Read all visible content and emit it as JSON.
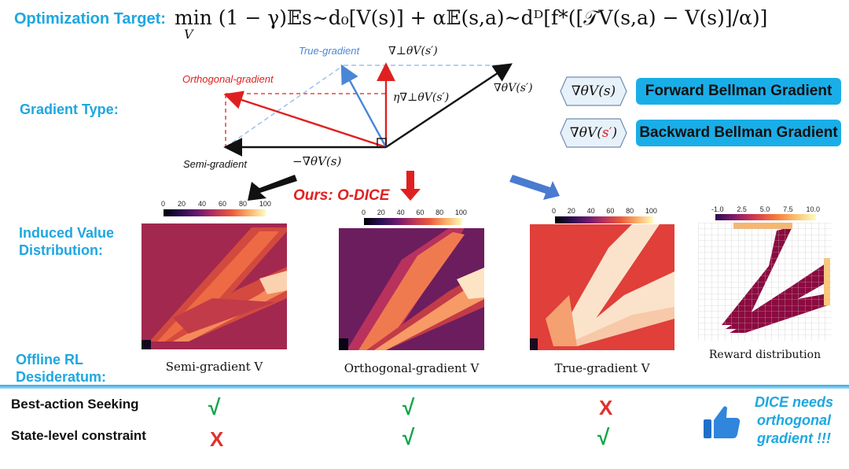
{
  "header": {
    "label": "Optimization Target:",
    "formula": "min (1 − γ)𝔼s∼d₀[V(s)] + α𝔼(s,a)∼dᴰ[f*([𝒯V(s,a) − V(s)]/α)]",
    "formula_sub": "V"
  },
  "gradient_section": {
    "label": "Gradient Type:",
    "true_gradient": "True-gradient",
    "orthogonal_gradient": "Orthogonal-gradient",
    "semi_gradient": "Semi-gradient",
    "perp_grad": "∇⊥θV(s′)",
    "eta_perp_grad": "η∇⊥θV(s′)",
    "grad_next": "∇θV(s′)",
    "neg_grad": "−∇θV(s)",
    "colors": {
      "red": "#e02020",
      "blue": "#4a86d8",
      "black": "#111111",
      "dashed_blue": "#9cc0ec"
    }
  },
  "legend": {
    "items": [
      {
        "symbol": "∇θV(s)",
        "label": "Forward Bellman Gradient"
      },
      {
        "symbol_prefix": "∇θV(",
        "symbol_highlight": "s′",
        "symbol_suffix": ")",
        "label": "Backward Bellman Gradient"
      }
    ]
  },
  "ours_label": "Ours: O-DICE",
  "induced": {
    "label_line1": "Induced Value",
    "label_line2": "Distribution:",
    "colorbar_ticks": [
      "0",
      "20",
      "40",
      "60",
      "80",
      "100"
    ],
    "reward_ticks": [
      "-1.0",
      "2.5",
      "5.0",
      "7.5",
      "10.0"
    ],
    "captions": {
      "semi": "Semi-gradient V",
      "orth": "Orthogonal-gradient V",
      "true": "True-gradient V",
      "reward": "Reward distribution"
    }
  },
  "desiderata": {
    "label_line1": "Offline RL",
    "label_line2": "Desideratum:",
    "rows": [
      {
        "name": "Best-action Seeking",
        "semi": "√",
        "orth": "√",
        "true": "X"
      },
      {
        "name": "State-level constraint",
        "semi": "X",
        "orth": "√",
        "true": "√"
      }
    ],
    "dice_line1": "DICE needs",
    "dice_line2": "orthogonal",
    "dice_line3": "gradient !!!"
  }
}
